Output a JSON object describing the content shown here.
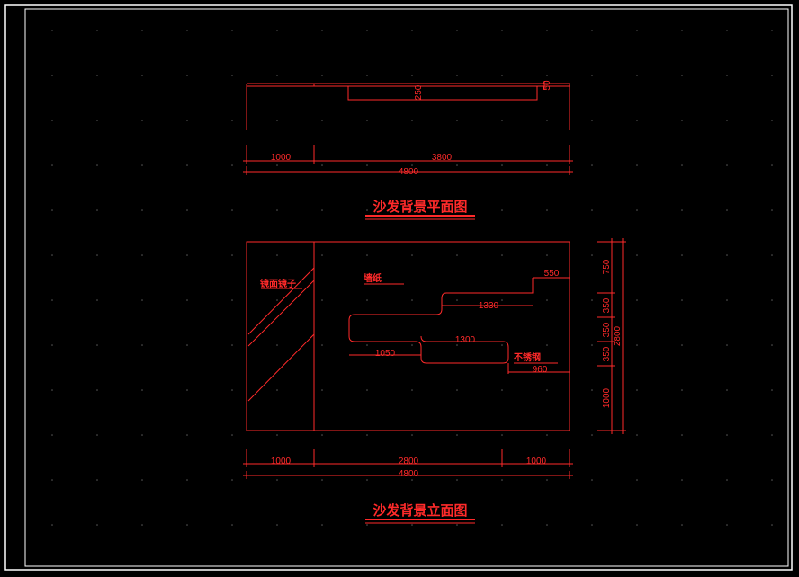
{
  "plan": {
    "title": "沙发背景平面图",
    "dims": {
      "left": "1000",
      "center": "3800",
      "total": "4800",
      "depth": "250",
      "small": "50"
    }
  },
  "elevation": {
    "title": "沙发背景立面图",
    "labels": {
      "mirror": "镜面镜子",
      "wallpaper": "墙纸",
      "steel": "不锈钢"
    },
    "dims": {
      "top_offset": "550",
      "upper_shelf": "1330",
      "mid_shelf": "1300",
      "low_shelf": "1050",
      "right_offset": "960",
      "bottom_left": "1000",
      "bottom_mid": "2800",
      "bottom_right": "1000",
      "bottom_total": "4800",
      "v_top": "750",
      "v_350_a": "350",
      "v_350_b": "350",
      "v_350_c": "350",
      "v_bottom": "1000",
      "v_total": "2800"
    }
  },
  "colors": {
    "line": "#ff2a2a",
    "frame": "#ffffff",
    "background": "#000000",
    "grid_dot": "#5a5a5a"
  }
}
